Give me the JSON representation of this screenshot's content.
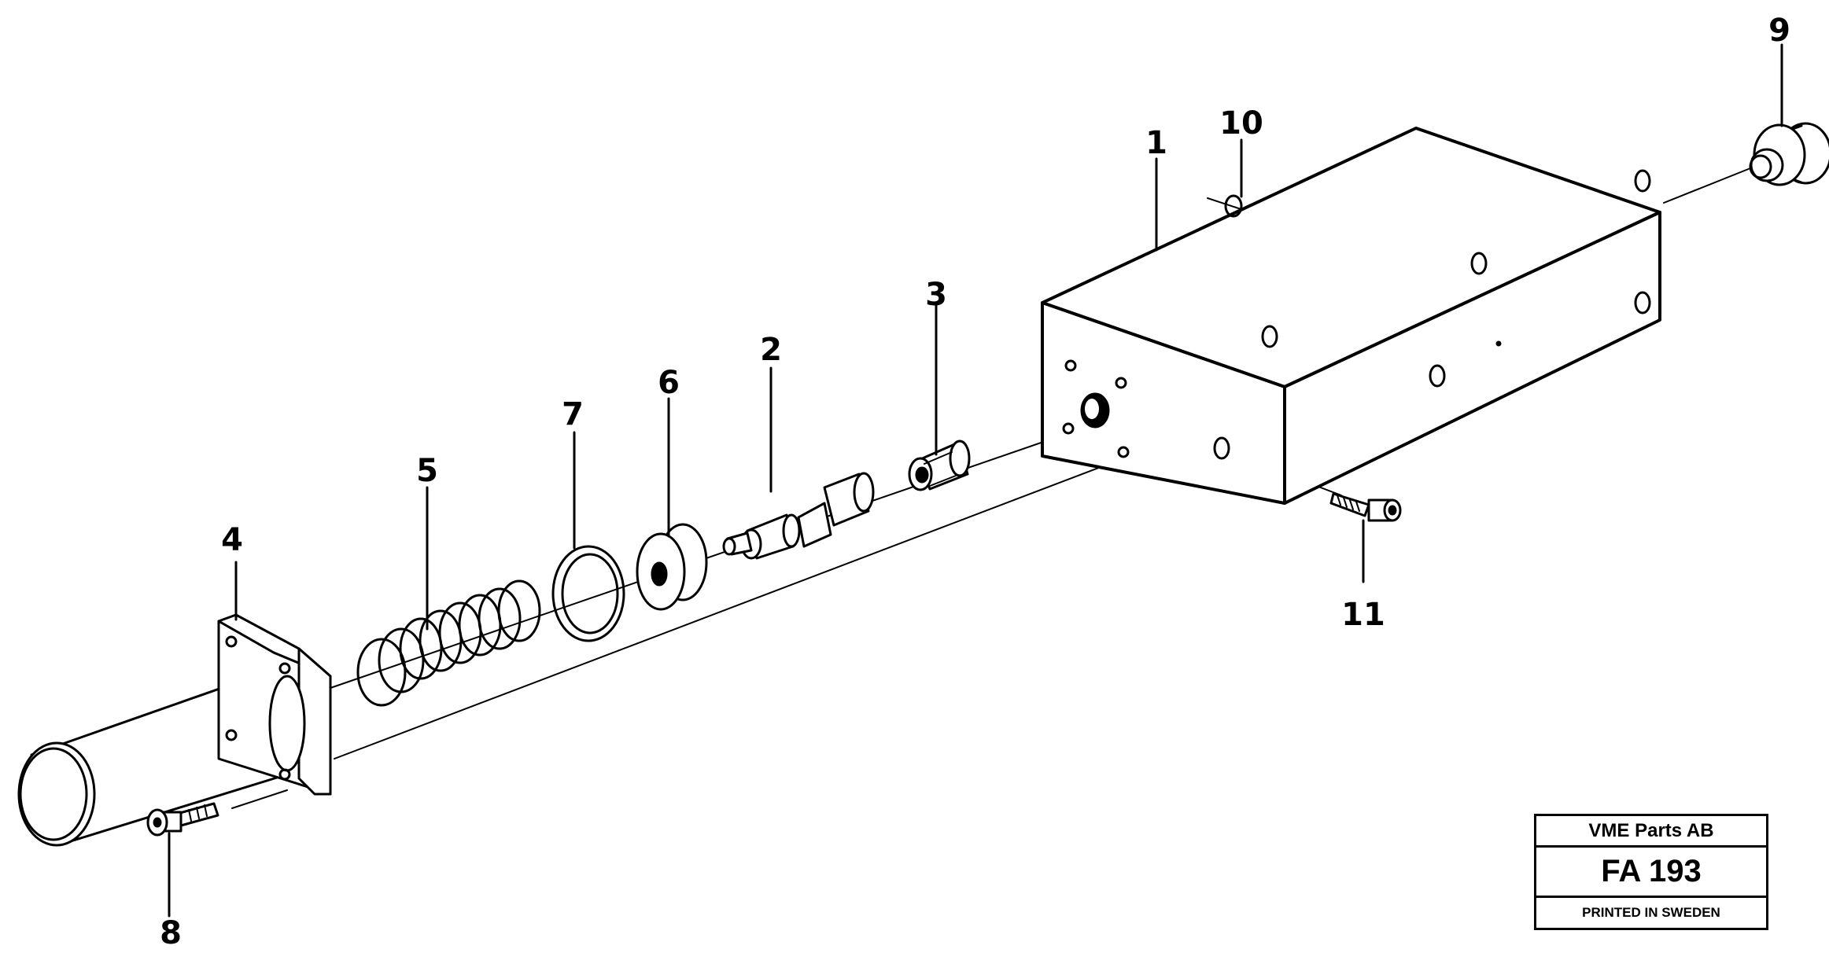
{
  "callouts": {
    "c1": "1",
    "c2": "2",
    "c3": "3",
    "c4": "4",
    "c5": "5",
    "c6": "6",
    "c7": "7",
    "c8": "8",
    "c9": "9",
    "c10": "10",
    "c11": "11"
  },
  "stamp": {
    "company": "VME Parts AB",
    "code": "FA 193",
    "printed": "PRINTED IN SWEDEN"
  }
}
